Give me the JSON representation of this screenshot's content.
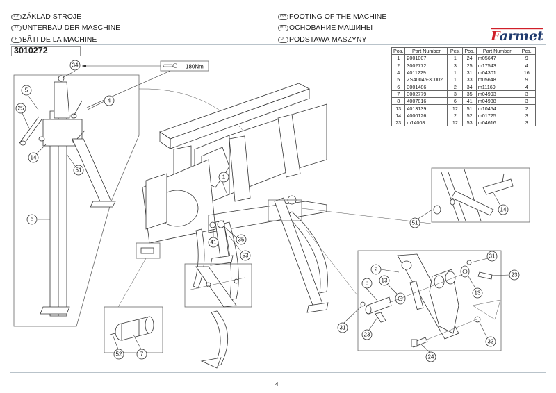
{
  "header": {
    "titles_left": [
      {
        "lang": "CZ",
        "text": "ZÁKLAD STROJE"
      },
      {
        "lang": "D",
        "text": "UNTERBAU DER MASCHINE"
      },
      {
        "lang": "F",
        "text": "BÂTI DE LA MACHINE"
      }
    ],
    "titles_right": [
      {
        "lang": "GB",
        "text": "FOOTING OF THE MACHINE"
      },
      {
        "lang": "RU",
        "text": "ОСНОВАНИЕ МАШИНЫ"
      },
      {
        "lang": "PL",
        "text": "PODSTAWA MASZYNY"
      }
    ],
    "assembly_number": "3010272",
    "logo_text": "Farmet",
    "brand_color": "#d0202a",
    "brand_navy": "#1f3a6e"
  },
  "parts_table": {
    "headers": [
      "Pos.",
      "Part Number",
      "Pcs.",
      "Pos.",
      "Part Number",
      "Pcs."
    ],
    "rows": [
      [
        "1",
        "2001007",
        "1",
        "24",
        "m05647",
        "9"
      ],
      [
        "2",
        "3002772",
        "3",
        "25",
        "m17543",
        "4"
      ],
      [
        "4",
        "4011229",
        "1",
        "31",
        "m04301",
        "16"
      ],
      [
        "5",
        "ZS40045-30002",
        "1",
        "33",
        "m05648",
        "9"
      ],
      [
        "6",
        "3001486",
        "2",
        "34",
        "m11169",
        "4"
      ],
      [
        "7",
        "3002779",
        "3",
        "35",
        "m04993",
        "3"
      ],
      [
        "8",
        "4007816",
        "6",
        "41",
        "m04938",
        "3"
      ],
      [
        "13",
        "4013139",
        "12",
        "51",
        "m10454",
        "2"
      ],
      [
        "14",
        "4000126",
        "2",
        "52",
        "m01725",
        "3"
      ],
      [
        "23",
        "m14008",
        "12",
        "53",
        "m04616",
        "3"
      ]
    ]
  },
  "drawing": {
    "torque_spec": "180Nm",
    "torque_icon": "torque-wrench-icon",
    "callouts": {
      "c34": "34",
      "c5": "5",
      "c25": "25",
      "c4": "4",
      "c14a": "14",
      "c51a": "51",
      "c6": "6",
      "c1": "1",
      "c41": "41",
      "c35": "35",
      "c53": "53",
      "c52": "52",
      "c7": "7",
      "c51b": "51",
      "c14b": "14",
      "c2": "2",
      "c8": "8",
      "c13a": "13",
      "c13b": "13",
      "c31a": "31",
      "c31b": "31",
      "c23a": "23",
      "c23b": "23",
      "c33": "33",
      "c24": "24"
    }
  },
  "footer": {
    "page_number": "4"
  }
}
